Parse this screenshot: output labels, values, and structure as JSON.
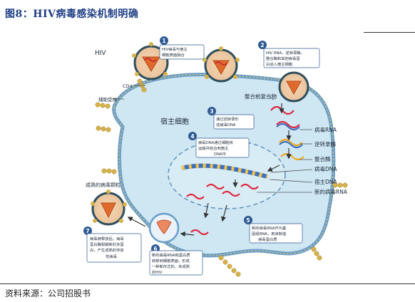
{
  "title": "图8：HIV病毒感染机制明确",
  "source": "资料来源：公司招股书",
  "labels": {
    "hiv": "HIV",
    "cd4": "CD4",
    "coreceptor": "辅助受体",
    "host_cell": "宿主细胞",
    "preintegration": "整合前复合物",
    "viral_rna": "病毒RNA",
    "reverse_transcriptase": "逆转录酶",
    "integrase": "整合酶",
    "viral_dna": "病毒DNA",
    "host_dna": "宿主DNA",
    "new_viral_rna": "新的病毒RNA",
    "mature_virion": "成熟的病毒颗粒"
  },
  "steps": [
    {
      "num": "1",
      "lines": [
        "HIV病毒与宿主",
        "细胞表面融合"
      ]
    },
    {
      "num": "2",
      "lines": [
        "HIV RNA、逆转录酶、",
        "整合酶和其他病毒蛋",
        "白进入宿主细胞"
      ]
    },
    {
      "num": "3",
      "lines": [
        "通过逆转录形",
        "成病毒DNA"
      ]
    },
    {
      "num": "4",
      "lines": [
        "病毒DNA通过细胞核",
        "运输并结合到宿主",
        "DNA中"
      ]
    },
    {
      "num": "5",
      "lines": [
        "新的病毒RNA作为基",
        "因组RNA，用来制造",
        "病毒蛋白质"
      ]
    },
    {
      "num": "6",
      "lines": [
        "新的病毒RNA和蛋白质",
        "转移到细胞表面，形成",
        "一种新形式的、未成熟",
        "的HIV"
      ]
    },
    {
      "num": "7",
      "lines": [
        "病毒被释放后，病毒",
        "蛋白酶裂解新的多蛋",
        "白，产生成熟的传染",
        "性病毒"
      ]
    }
  ],
  "colors": {
    "title": "#1f3f86",
    "cell_fill": "#cfe6f3",
    "cell_border": "#6a9ec8",
    "membrane_bead": "#d7b24a",
    "step_circle": "#2e5a93",
    "virus_body": "#e06a2c",
    "rna": "#e0253b"
  }
}
